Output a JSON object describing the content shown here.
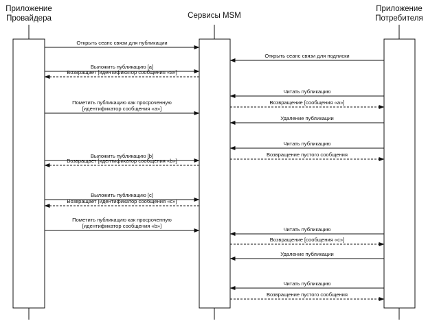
{
  "participants": [
    {
      "id": "provider",
      "line1": "Приложение",
      "line2": "Провайдера"
    },
    {
      "id": "msm",
      "line1": "Сервисы MSM",
      "line2": ""
    },
    {
      "id": "consumer",
      "line1": "Приложение",
      "line2": "Потребителя"
    }
  ],
  "messages": [
    {
      "from": "provider",
      "to": "msm",
      "style": "solid",
      "lines": [
        "Открыть сеанс связи для публикации"
      ]
    },
    {
      "from": "consumer",
      "to": "msm",
      "style": "solid",
      "lines": [
        "Открыть сеанс связи для подписки"
      ]
    },
    {
      "from": "provider",
      "to": "msm",
      "style": "solid",
      "lines": [
        "Выложить публикацию [a]"
      ]
    },
    {
      "from": "msm",
      "to": "provider",
      "style": "dashed",
      "lines": [
        "Возвращает [идентификатор сообщения «a»]"
      ]
    },
    {
      "from": "consumer",
      "to": "msm",
      "style": "solid",
      "lines": [
        "Читать публикацию"
      ]
    },
    {
      "from": "msm",
      "to": "consumer",
      "style": "dashed",
      "lines": [
        "Возвращение [сообщения «a»]"
      ]
    },
    {
      "from": "provider",
      "to": "msm",
      "style": "solid",
      "lines": [
        "Пометить публикацию как просроченную",
        "[идентификатор сообщения «a»]"
      ]
    },
    {
      "from": "consumer",
      "to": "msm",
      "style": "solid",
      "lines": [
        "Удаление публикации"
      ]
    },
    {
      "from": "consumer",
      "to": "msm",
      "style": "solid",
      "lines": [
        "Читать публикацию"
      ]
    },
    {
      "from": "msm",
      "to": "consumer",
      "style": "dashed",
      "lines": [
        "Возвращение пустого сообщения"
      ]
    },
    {
      "from": "provider",
      "to": "msm",
      "style": "solid",
      "lines": [
        "Выложить публикацию [b]"
      ]
    },
    {
      "from": "msm",
      "to": "provider",
      "style": "dashed",
      "lines": [
        "Возвращает [идентификатор сообщения «b»]"
      ]
    },
    {
      "from": "provider",
      "to": "msm",
      "style": "solid",
      "lines": [
        "Выложить публикацию [c]"
      ]
    },
    {
      "from": "msm",
      "to": "provider",
      "style": "dashed",
      "lines": [
        "Возвращает [идентификатор сообщения «c»]"
      ]
    },
    {
      "from": "provider",
      "to": "msm",
      "style": "solid",
      "lines": [
        "Пометить публикацию как просроченную",
        "[идентификатор сообщения «b»]"
      ]
    },
    {
      "from": "consumer",
      "to": "msm",
      "style": "solid",
      "lines": [
        "Читать публикацию"
      ]
    },
    {
      "from": "msm",
      "to": "consumer",
      "style": "dashed",
      "lines": [
        "Возвращение [сообщения «c»]"
      ]
    },
    {
      "from": "consumer",
      "to": "msm",
      "style": "solid",
      "lines": [
        "Удаление публикации"
      ]
    },
    {
      "from": "consumer",
      "to": "msm",
      "style": "solid",
      "lines": [
        "Читать публикацию"
      ]
    },
    {
      "from": "msm",
      "to": "consumer",
      "style": "dashed",
      "lines": [
        "Возвращение пустого сообщения"
      ]
    }
  ]
}
